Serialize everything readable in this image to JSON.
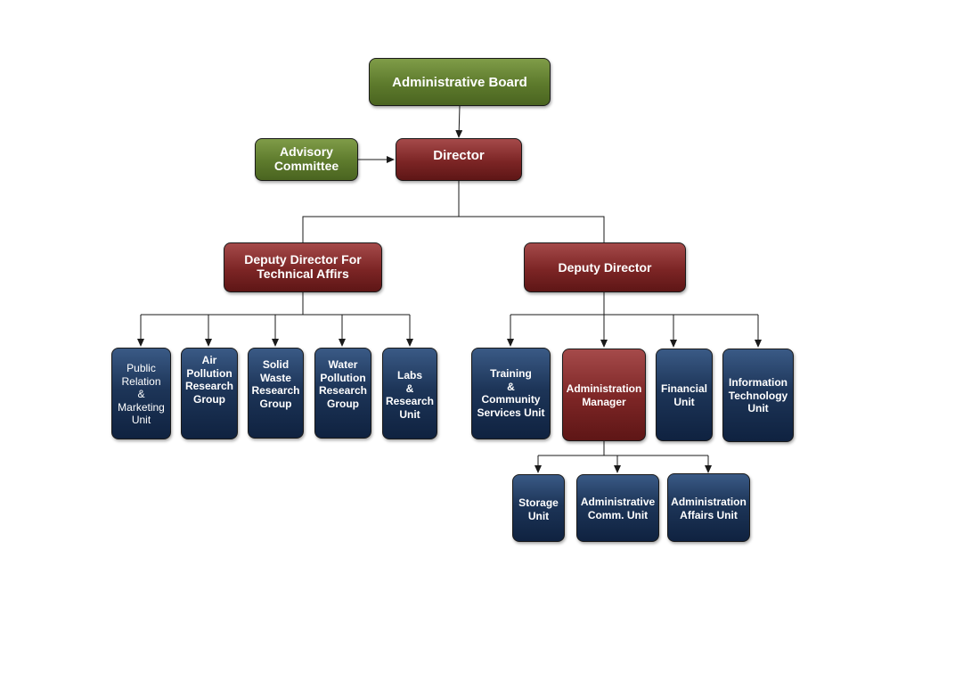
{
  "nodes": {
    "administrative_board": "Administrative Board",
    "director": "Director",
    "advisory_committee": "Advisory\nCommittee",
    "deputy_director_technical": "Deputy Director For\nTechnical Affirs",
    "deputy_director": "Deputy Director",
    "public_relation": "Public\nRelation\n&\nMarketing\nUnit",
    "air_pollution": "Air\nPollution\nResearch\nGroup",
    "solid_waste": "Solid\nWaste\nResearch\nGroup",
    "water_pollution": "Water\nPollution\nResearch\nGroup",
    "labs_research": "Labs\n&\nResearch\nUnit",
    "training": "Training\n&\nCommunity\nServices Unit",
    "administration_manager": "Administration\nManager",
    "financial_unit": "Financial\nUnit",
    "information_technology": "Information\nTechnology\nUnit",
    "storage_unit": "Storage\nUnit",
    "administrative_comm": "Administrative\nComm. Unit",
    "administration_affairs": "Administration\nAffairs Unit"
  },
  "colors": {
    "top_level": "#5d7a2c",
    "manager_level": "#7c2525",
    "unit_level": "#1d3558",
    "connector": "#1a1a1a"
  }
}
